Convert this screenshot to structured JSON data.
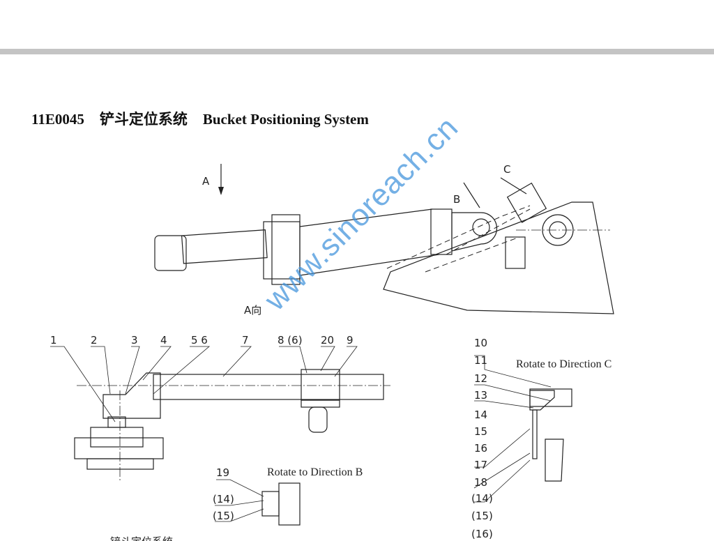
{
  "header": {
    "code": "11E0045",
    "title_cn": "铲斗定位系统",
    "title_en": "Bucket Positioning System"
  },
  "view_labels": {
    "a": "A",
    "b": "B",
    "c": "C",
    "a_view": "A向"
  },
  "captions": {
    "rotate_b": "Rotate to Direction B",
    "rotate_c": "Rotate to Direction C"
  },
  "callouts_main": [
    "1",
    "2",
    "3",
    "4",
    "5 6",
    "7",
    "8 (6)",
    "20",
    "9"
  ],
  "callouts_c": [
    "10",
    "11",
    "12",
    "13",
    "14",
    "15",
    "16",
    "17",
    "18",
    "(14)",
    "(15)",
    "(16)"
  ],
  "callouts_b": [
    "19",
    "(14)",
    "(15)"
  ],
  "bottom_text": "铲斗定位系统",
  "watermark": "www.sinoreach.cn"
}
